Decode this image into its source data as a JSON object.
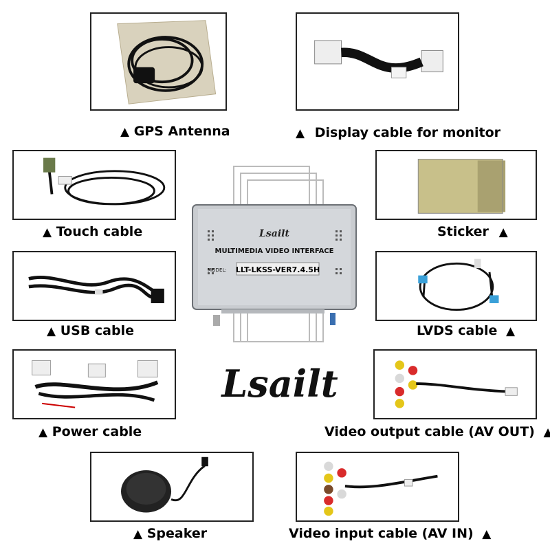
{
  "marker": "▲",
  "items": {
    "gps": {
      "label": "GPS Antenna"
    },
    "display": {
      "label": "Display cable for monitor"
    },
    "touch": {
      "label": "Touch cable"
    },
    "sticker": {
      "label": "Sticker"
    },
    "usb": {
      "label": "USB cable"
    },
    "lvds": {
      "label": "LVDS cable"
    },
    "power": {
      "label": "Power cable"
    },
    "av_out": {
      "label": "Video output cable (AV OUT)"
    },
    "speaker": {
      "label": "Speaker"
    },
    "av_in": {
      "label": "Video input cable (AV IN)"
    }
  },
  "device": {
    "brand": "Lsailt",
    "title": "MULTIMEDIA VIDEO INTERFACE",
    "model_label": "MODEL:",
    "model": "LLT-LKSS-VER7.4.5H"
  },
  "logo": {
    "text": "Lsailt"
  }
}
